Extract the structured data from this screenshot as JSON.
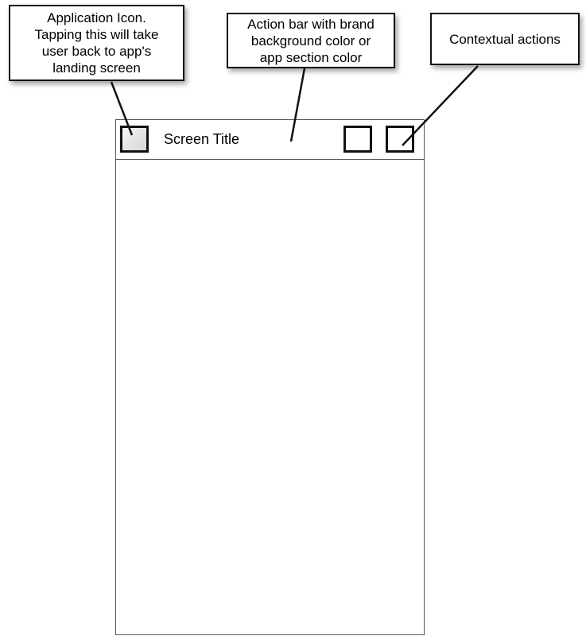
{
  "callouts": {
    "app_icon": "Application Icon.\nTapping this will take\nuser back to app's\nlanding screen",
    "action_bar": "Action bar with brand\nbackground color or\napp section color",
    "contextual_actions": "Contextual actions"
  },
  "screen": {
    "title": "Screen Title"
  }
}
